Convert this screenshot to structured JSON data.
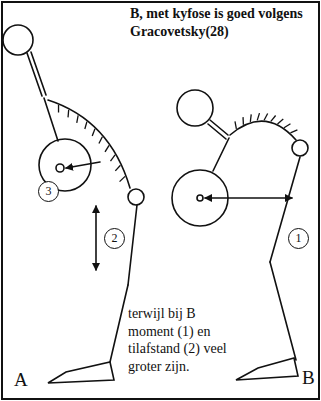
{
  "diagram": {
    "nodes": [
      {
        "text": [
          "3"
        ]
      },
      {
        "text": [
          "2"
        ]
      },
      {
        "text": [
          "1"
        ]
      }
    ],
    "labels": [
      "B, met kyfose is goed volgens Gracovetsky(28)",
      "terwijl bij B moment (1) en tilafstand (2) veel groter zijn.",
      "A",
      "B"
    ]
  }
}
